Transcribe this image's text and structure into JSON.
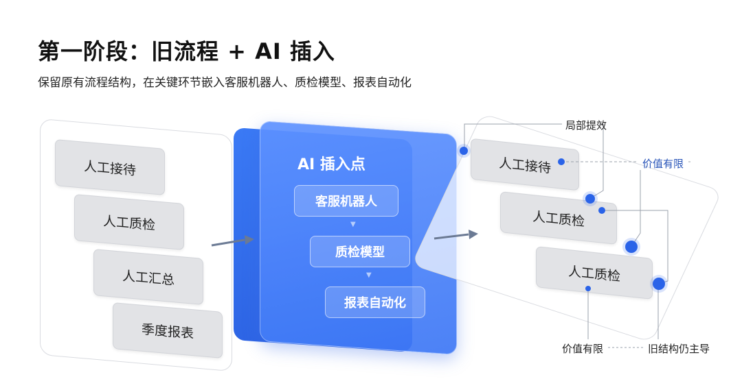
{
  "header": {
    "title": "第一阶段：旧流程 + AI 插入",
    "subtitle": "保留原有流程结构，在关键环节嵌入客服机器人、质检模型、报表自动化"
  },
  "left_panel": {
    "items": [
      "人工接待",
      "人工质检",
      "人工汇总",
      "季度报表"
    ]
  },
  "middle_panel": {
    "title": "AI 插入点",
    "items": [
      "客服机器人",
      "质检模型",
      "报表自动化"
    ]
  },
  "right_panel": {
    "items": [
      "人工接待",
      "人工质检",
      "人工质检"
    ]
  },
  "annotations": {
    "local_efficiency": "局部提效",
    "limited_value_top": "价值有限",
    "limited_value_bottom": "价值有限",
    "old_structure": "旧结构仍主导"
  },
  "colors": {
    "accent": "#2a63e8",
    "card_grey": "#e2e3e6",
    "arrow": "#6b7a94"
  }
}
